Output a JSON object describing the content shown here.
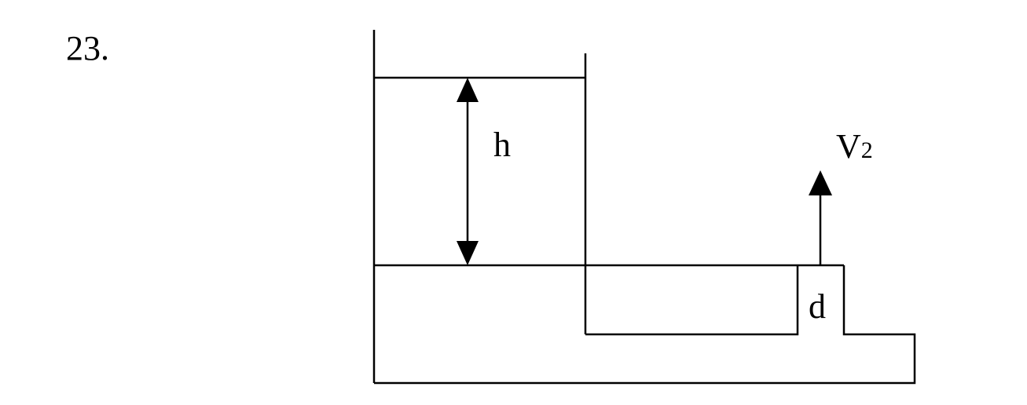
{
  "problem": {
    "number": "23."
  },
  "diagram": {
    "labels": {
      "height": "h",
      "opening": "d",
      "velocity": "V",
      "velocity_subscript": "2"
    }
  }
}
